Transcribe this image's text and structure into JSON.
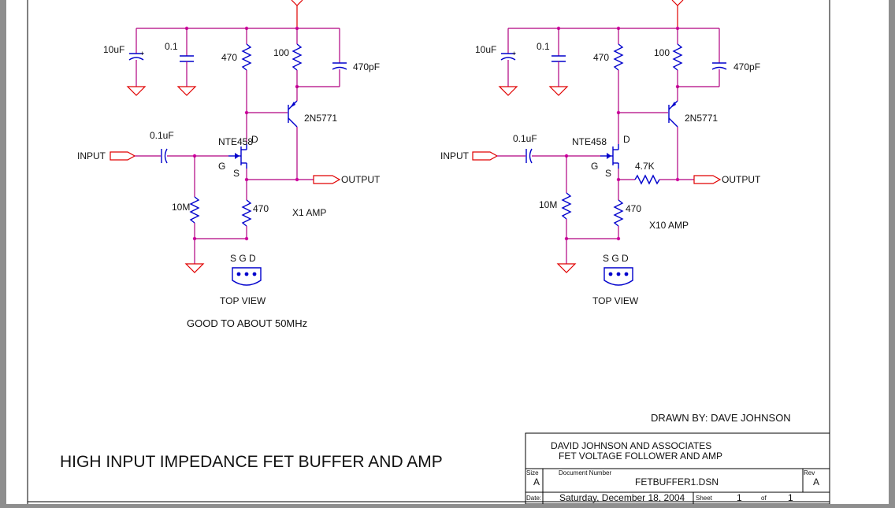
{
  "left_circuit": {
    "c1": "10uF",
    "c2": "0.1",
    "r1": "470",
    "r2": "100",
    "c3": "470pF",
    "q1": "2N5771",
    "cin": "0.1uF",
    "fet": "NTE458",
    "pin_d": "D",
    "pin_g": "G",
    "pin_s": "S",
    "input": "INPUT",
    "output": "OUTPUT",
    "rg": "10M",
    "rs": "470",
    "gain": "X1 AMP",
    "pinout": "S G D",
    "view": "TOP VIEW",
    "note": "GOOD TO ABOUT 50MHz"
  },
  "right_circuit": {
    "c1": "10uF",
    "c2": "0.1",
    "r1": "470",
    "r2": "100",
    "c3": "470pF",
    "q1": "2N5771",
    "cin": "0.1uF",
    "fet": "NTE458",
    "pin_d": "D",
    "pin_g": "G",
    "pin_s": "S",
    "input": "INPUT",
    "output": "OUTPUT",
    "rg": "10M",
    "rs": "470",
    "rseries": "4.7K",
    "gain": "X10 AMP",
    "pinout": "S G D",
    "view": "TOP VIEW"
  },
  "drawn_by": "DRAWN BY: DAVE JOHNSON",
  "main_title": "HIGH INPUT IMPEDANCE FET BUFFER AND AMP",
  "title_block": {
    "company": "DAVID JOHNSON AND ASSOCIATES",
    "subtitle": "FET VOLTAGE FOLLOWER AND AMP",
    "size_label": "Size",
    "size": "A",
    "docnum_label": "Document Number",
    "docnum": "FETBUFFER1.DSN",
    "rev_label": "Rev",
    "rev": "A",
    "date_label": "Date:",
    "date": "Saturday, December 18, 2004",
    "sheet_label": "Sheet",
    "sheet": "1",
    "of_label": "of",
    "sheets": "1"
  }
}
